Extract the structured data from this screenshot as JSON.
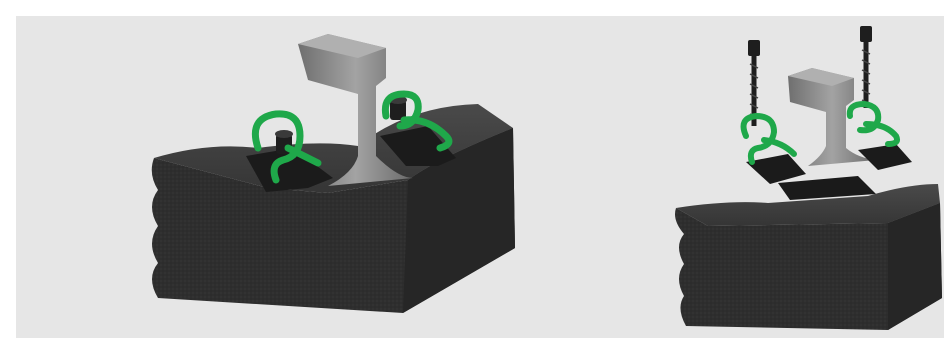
{
  "figure": {
    "images": [
      {
        "name": "assembled-rail-fastening",
        "state": "assembled"
      },
      {
        "name": "exploded-rail-fastening",
        "state": "exploded"
      }
    ],
    "colors": {
      "background": "#e6e6e6",
      "sleeper": "#2c2c2c",
      "rail": "#8a8a8a",
      "clip": "#1fa84a",
      "guide_plate": "#1a1a1a",
      "screw": "#1e1e1e"
    }
  }
}
